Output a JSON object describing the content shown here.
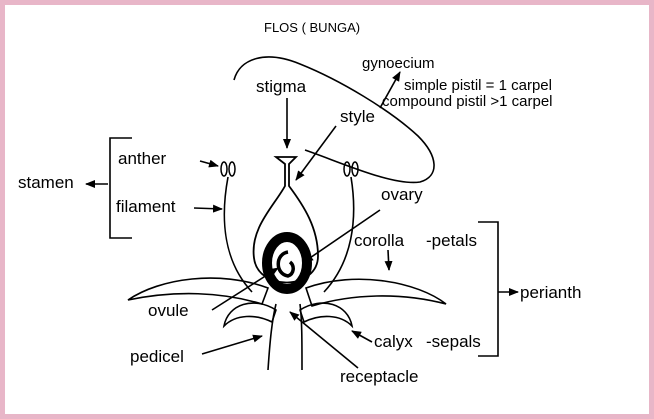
{
  "title": "FLOS ( BUNGA)",
  "colors": {
    "frame": "#e8b6c8",
    "line": "#000000",
    "background": "#ffffff"
  },
  "labels": {
    "gynoecium": "gynoecium",
    "simple_pistil": "simple pistil = 1 carpel",
    "compound_pistil": "compound pistil >1 carpel",
    "stigma": "stigma",
    "style": "style",
    "stamen": "stamen",
    "anther": "anther",
    "filament": "filament",
    "ovary": "ovary",
    "corolla": "corolla",
    "petals": "-petals",
    "perianth": "perianth",
    "ovule": "ovule",
    "calyx": "calyx",
    "sepals": "-sepals",
    "pedicel": "pedicel",
    "receptacle": "receptacle"
  }
}
